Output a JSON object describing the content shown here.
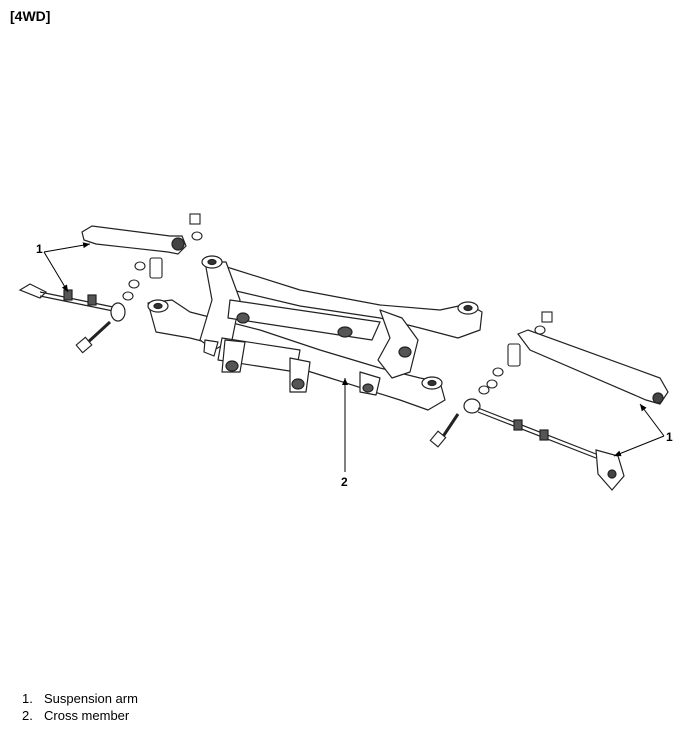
{
  "heading": "[4WD]",
  "callouts": {
    "left_arm": "1",
    "right_arm": "1",
    "cross_member": "2"
  },
  "legend": [
    {
      "num": "1.",
      "label": "Suspension arm"
    },
    {
      "num": "2.",
      "label": "Cross member"
    }
  ]
}
